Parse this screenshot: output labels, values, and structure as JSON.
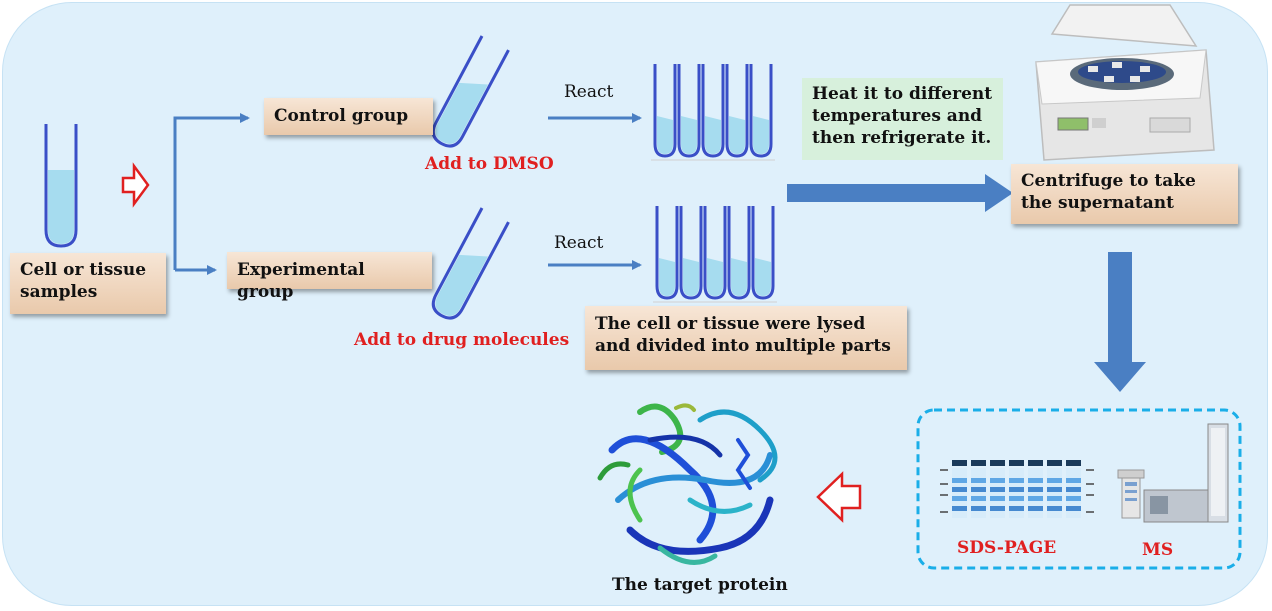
{
  "steps": {
    "sample": "Cell or tissue samples",
    "control": "Control group",
    "experimental": "Experimental group",
    "add_dmso": "Add to DMSO",
    "add_drug": "Add to drug molecules",
    "react_top": "React",
    "react_bottom": "React",
    "heat": "Heat it to different temperatures and then refrigerate it.",
    "lysed": "The cell or tissue were lysed and divided into multiple parts",
    "centrifuge": "Centrifuge to take the supernatant",
    "sds_page": "SDS-PAGE",
    "ms": "MS",
    "target_protein": "The target protein"
  },
  "colors": {
    "arrow": "#4a7fc3",
    "tube_outline": "#3a4fc7",
    "liquid": "#a6dcef",
    "red_label": "#e02020",
    "dashed_border": "#1aaee8"
  }
}
